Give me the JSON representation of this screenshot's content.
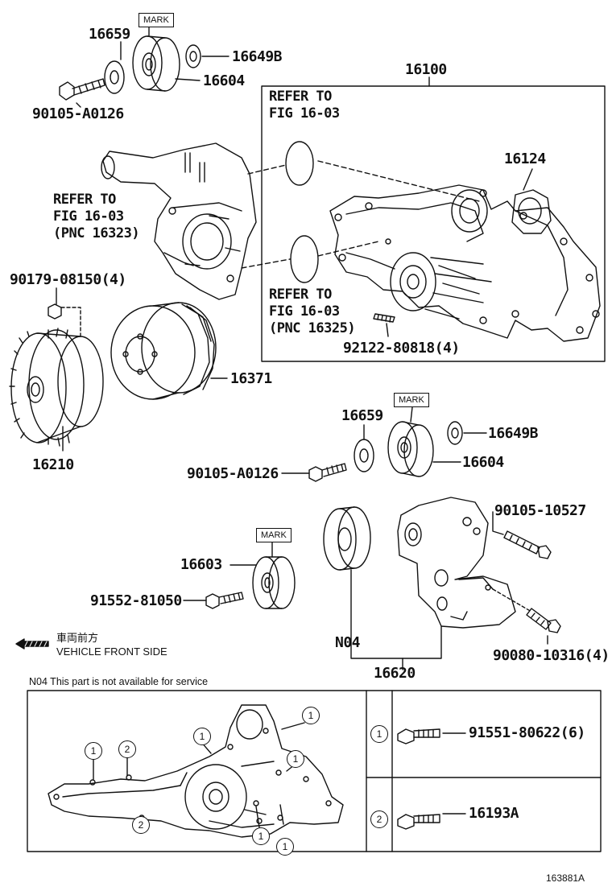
{
  "labels": {
    "p16659_top": "16659",
    "mark_top": "MARK",
    "p16649b_top": "16649B",
    "p16604_top": "16604",
    "p90105_top": "90105-A0126",
    "p16100": "16100",
    "refer_a": "REFER TO\nFIG 16-03",
    "p16124": "16124",
    "refer_b": "REFER TO\nFIG 16-03\n(PNC 16323)",
    "refer_c": "REFER TO\nFIG 16-03\n(PNC 16325)",
    "p90179": "90179-08150(4)",
    "p92122": "92122-80818(4)",
    "p16371": "16371",
    "p16210": "16210",
    "p16659_mid": "16659",
    "mark_mid": "MARK",
    "p16649b_mid": "16649B",
    "p16604_mid": "16604",
    "p90105_mid": "90105-A0126",
    "p90105_10527": "90105-10527",
    "mark_low": "MARK",
    "p16603": "16603",
    "p91552": "91552-81050",
    "vehicle_front_jp": "車両前方",
    "vehicle_front_en": "VEHICLE FRONT SIDE",
    "n04": "N04",
    "p16620": "16620",
    "p90080": "90080-10316(4)"
  },
  "detail": {
    "note": "N04  This part is not available for service",
    "callout_1": "1",
    "callout_2": "2",
    "legend_1_num": "1",
    "legend_1_part": "91551-80622(6)",
    "legend_2_num": "2",
    "legend_2_part": "16193A"
  },
  "figure_id": "163881A"
}
